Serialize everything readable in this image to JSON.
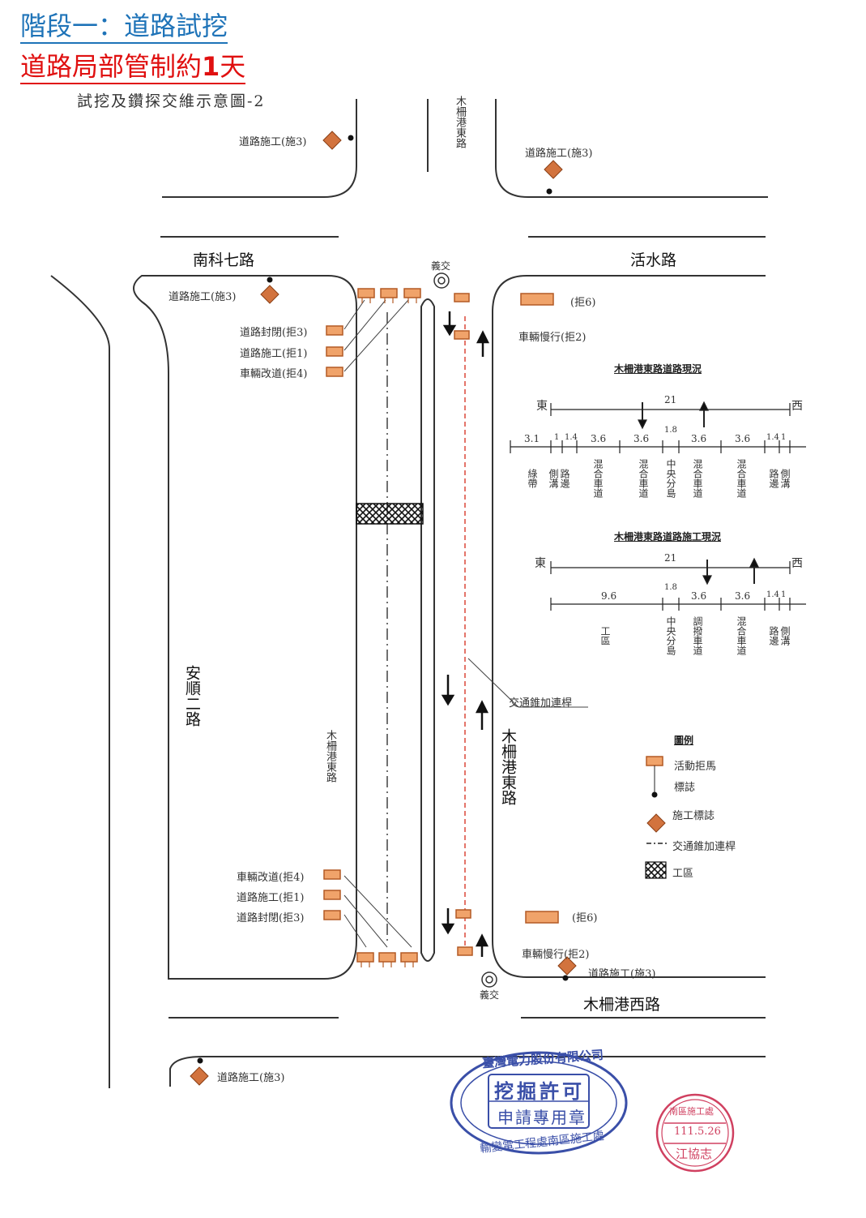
{
  "header": {
    "stage_title": "階段一：道路試挖",
    "control_prefix": "道路局部管制約",
    "control_days": "1",
    "control_suffix": "天",
    "diagram_title": "試挖及鑽探交維示意圖-2"
  },
  "roads": {
    "nanke7": "南科七路",
    "huoshui": "活水路",
    "anshun2": "安順二路",
    "muzhagang_east": "木柵港東路",
    "muzhagang_east_small": "木柵港東路",
    "muzhagang_east_top": "木柵港東路",
    "muzhagang_west": "木柵港西路"
  },
  "signals": {
    "top": "義交",
    "bottom": "義交"
  },
  "signs": {
    "construction_3": "道路施工(施3)",
    "barrier_3": "道路封閉(拒3)",
    "barrier_1": "道路施工(拒1)",
    "barrier_4": "車輛改道(拒4)",
    "barrier_6": "(拒6)",
    "slow_2": "車輛慢行(拒2)",
    "cone_bar": "交通錐加連桿"
  },
  "section_current": {
    "title": "木柵港東路道路現況",
    "east": "東",
    "west": "西",
    "total": "21",
    "widths": [
      "3.1",
      "1",
      "1.4",
      "3.6",
      "3.6",
      "1.8",
      "3.6",
      "3.6",
      "1.4",
      "1"
    ],
    "lanes": [
      "綠帶",
      "側溝",
      "路邊",
      "混合車道",
      "混合車道",
      "中央分島",
      "混合車道",
      "混合車道",
      "路邊",
      "側溝"
    ]
  },
  "section_work": {
    "title": "木柵港東路道路施工現況",
    "east": "東",
    "west": "西",
    "total": "21",
    "widths": [
      "9.6",
      "1.8",
      "3.6",
      "3.6",
      "1.4",
      "1"
    ],
    "lanes": [
      "工區",
      "中央分島",
      "調撥車道",
      "混合車道",
      "路邊",
      "側溝"
    ]
  },
  "legend": {
    "title": "圖例",
    "barrier": "活動拒馬",
    "sign_post": "標誌",
    "construction": "施工標誌",
    "cone": "交通錐加連桿",
    "work_zone": "工區"
  },
  "stamps": {
    "company": "臺灣電力股份有限公司",
    "permit": "挖掘許可",
    "purpose": "申請專用章",
    "dept": "輸變電工程處南區施工處",
    "date": "111.5.26",
    "name": "江協志",
    "office": "南區施工處"
  },
  "colors": {
    "blue_title": "#1e73b8",
    "red_title": "#e01010",
    "barrier": "#e0884a",
    "diamond": "#d2733e",
    "stamp_blue": "#3a4fa8",
    "stamp_red": "#d04060"
  }
}
